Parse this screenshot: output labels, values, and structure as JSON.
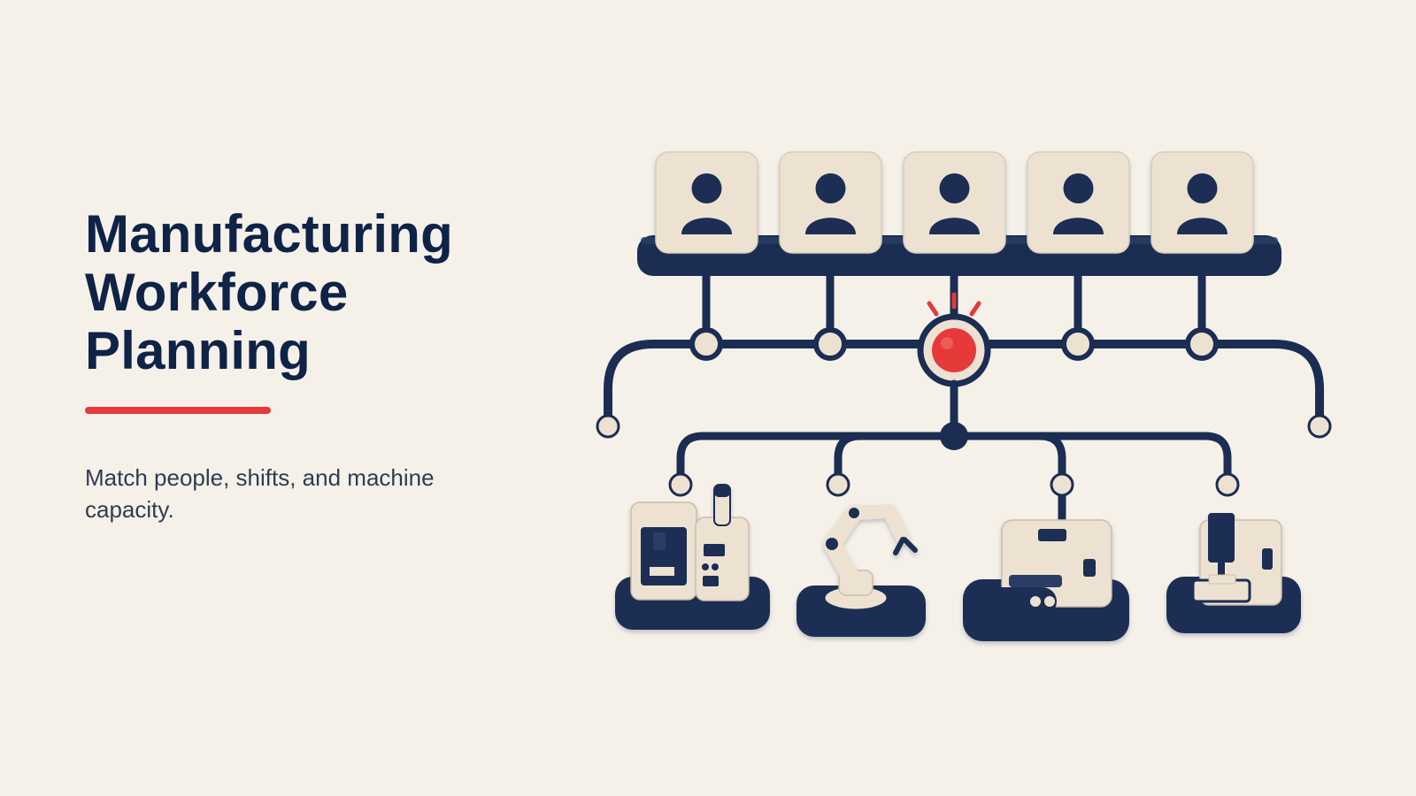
{
  "slide": {
    "title_lines": [
      "Manufacturing",
      "Workforce",
      "Planning"
    ],
    "subtitle": "Match people, shifts, and machine capacity."
  },
  "illustration": {
    "people_count": 5,
    "machines": [
      "cnc-machine",
      "robot-arm",
      "conveyor-unit",
      "drill-press"
    ],
    "icons": {
      "person": "person-icon",
      "hub": "alert-hub-icon"
    }
  },
  "colors": {
    "background": "#f5f1e9",
    "navy": "#1b2d52",
    "title": "#0f2347",
    "accent": "#e5393a",
    "cream": "#ede2d2"
  }
}
